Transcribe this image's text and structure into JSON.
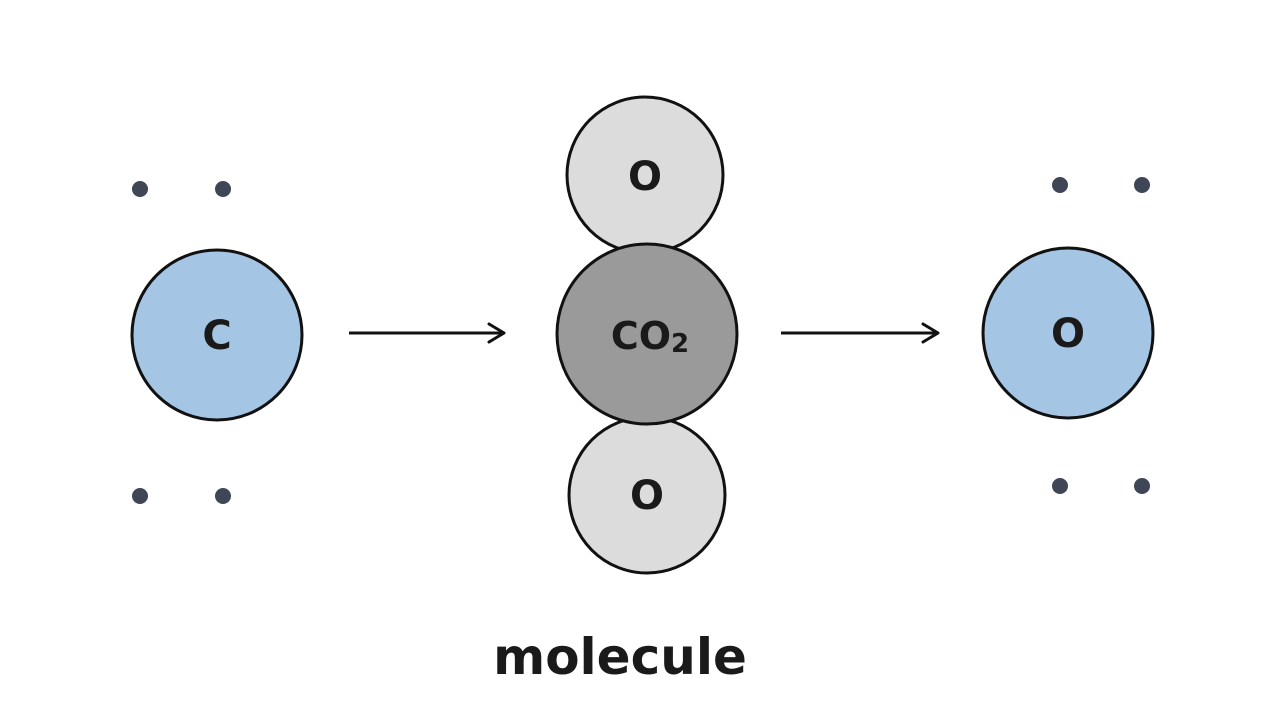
{
  "colors": {
    "atom_blue": "#a5c5e4",
    "oxygen_gray": "#dcdcdc",
    "center_gray": "#9a9a9a",
    "outline": "#111111",
    "electron": "#3f4756"
  },
  "atoms": {
    "left_atom": {
      "symbol": "C"
    },
    "top_oxygen": {
      "symbol": "O"
    },
    "center_molecule": {
      "formula_main": "CO",
      "formula_sub": "2"
    },
    "bottom_oxygen": {
      "symbol": "O"
    },
    "right_atom": {
      "symbol": "O"
    }
  },
  "caption": "molecule"
}
